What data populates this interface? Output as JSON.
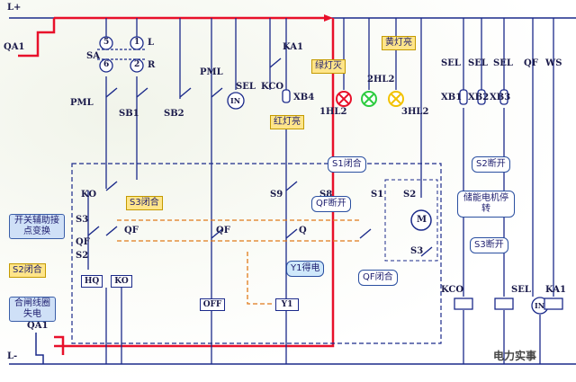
{
  "rails": {
    "positive": "L+",
    "negative": "L-",
    "breaker_top": "QA1",
    "breaker_bottom": "QA1"
  },
  "switch": {
    "label": "SA",
    "contacts": [
      "5",
      "1",
      "6",
      "2"
    ],
    "left_mark": "L",
    "right_mark": "R"
  },
  "components": {
    "pml_left": "PML",
    "pml_right": "PML",
    "sb1": "SB1",
    "sb2": "SB2",
    "sel_top": "SEL",
    "kco_top": "KCO",
    "ka1_top": "KA1",
    "xb4": "XB4",
    "hl1": "1HL2",
    "hl2": "2HL2",
    "hl3": "3HL2",
    "sel_r1": "SEL",
    "sel_r2": "SEL",
    "sel_r3": "SEL",
    "qf_right": "QF",
    "ws": "WS",
    "xb1": "XB1",
    "xb2": "XB2",
    "xb3": "XB3",
    "ko": "KO",
    "s3": "S3",
    "qf_left": "QF",
    "s2": "S2",
    "qf_mid1": "QF",
    "qf_mid2": "QF",
    "hq": "HQ",
    "ko_coil": "KO",
    "off": "OFF",
    "y1": "Y1",
    "s9": "S9",
    "s8": "S8",
    "s1": "S1",
    "s2_right": "S2",
    "s3_right": "S3",
    "q": "Q",
    "kco_bottom": "KCO",
    "sel_bottom": "SEL",
    "ka1_bottom": "KA1",
    "in_top": "IN",
    "in_bottom": "IN",
    "motor": "M"
  },
  "callouts": {
    "green_off": "绿灯灭",
    "yellow_on": "黄灯亮",
    "red_on": "红灯亮",
    "s3_close": "S3闭合",
    "aux_switch": "开关辅助接点变换",
    "s2_close": "S2闭合",
    "close_coil_off": "合闸线圈失电",
    "s1_close": "S1闭合",
    "s2_open": "S2断开",
    "motor_stop": "储能电机停转",
    "s3_open": "S3断开",
    "qf_open": "QF断开",
    "qf_close": "QF闭合",
    "y1_powered": "Y1得电"
  },
  "watermark": "电力实事",
  "colors": {
    "wire": "#1b2a8a",
    "energized": "#e8102a",
    "dashed_box": "#1b2a8a",
    "orange_dash": "#e07a1a",
    "red_lamp": "#e8102a",
    "green_lamp": "#2ecc40",
    "yellow_lamp": "#f2c200"
  }
}
